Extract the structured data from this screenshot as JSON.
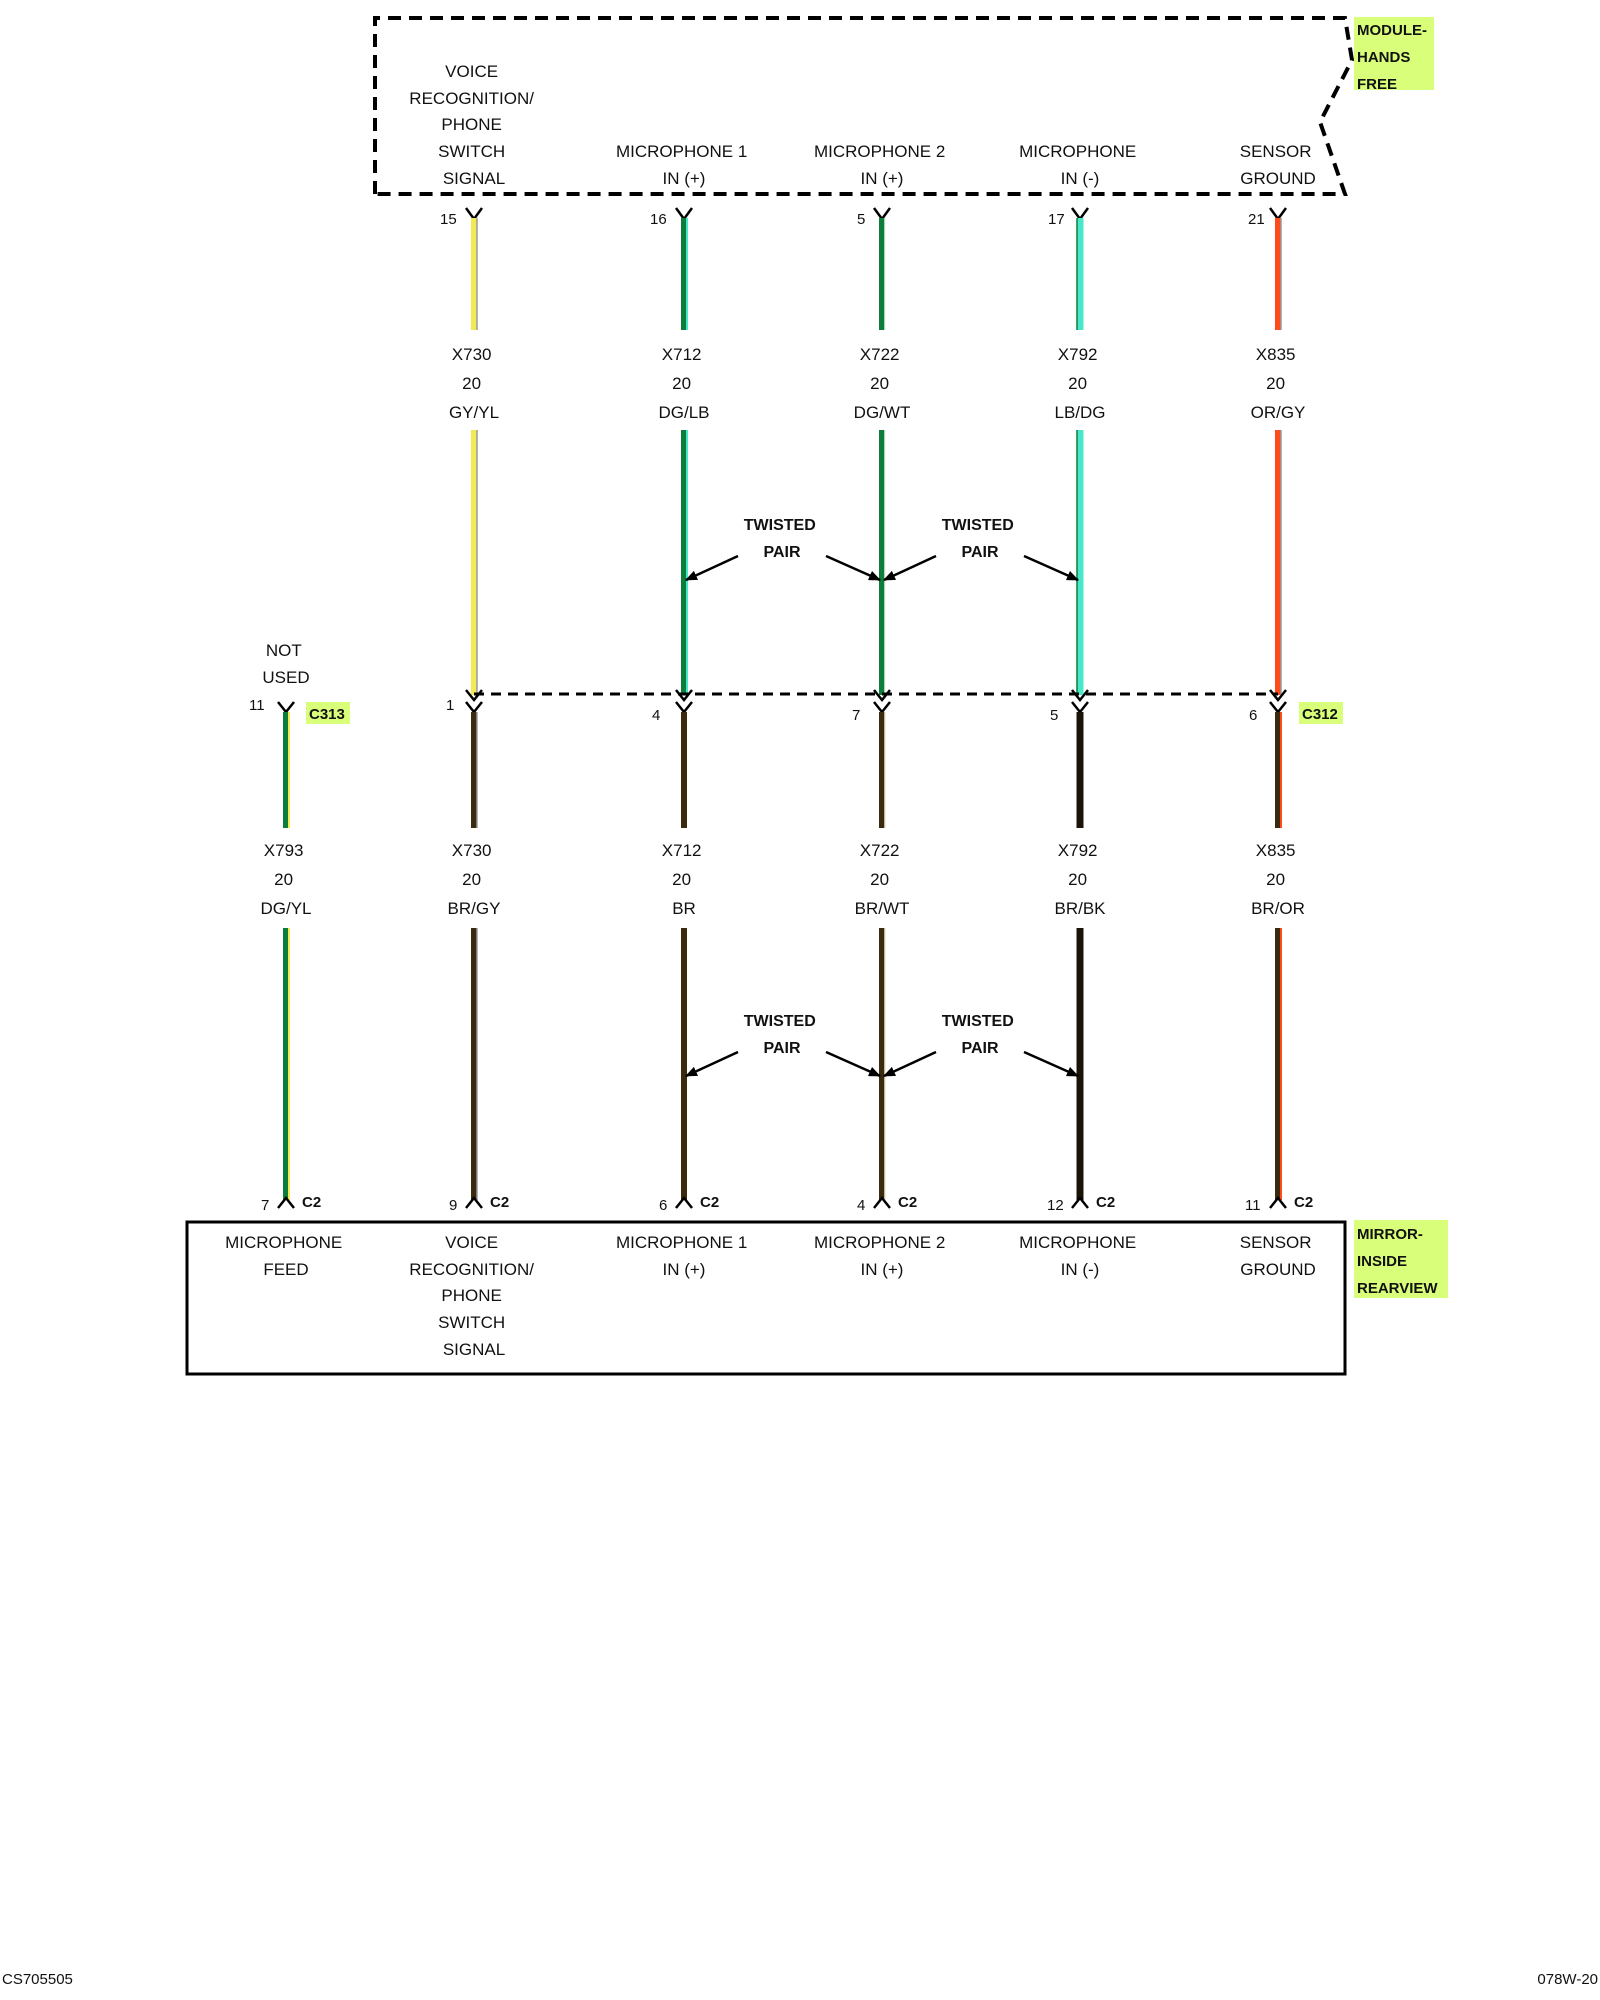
{
  "modules": {
    "hands_free": {
      "label": [
        "MODULE-",
        "HANDS",
        "FREE"
      ],
      "highlight_color": "#d9ff7a"
    },
    "mirror": {
      "label": [
        "MIRROR-",
        "INSIDE",
        "REARVIEW"
      ],
      "highlight_color": "#d9ff7a"
    }
  },
  "top_signals": [
    [
      "VOICE",
      "RECOGNITION/",
      "PHONE",
      "SWITCH",
      "SIGNAL"
    ],
    [
      "MICROPHONE 1",
      "IN (+)"
    ],
    [
      "MICROPHONE 2",
      "IN (+)"
    ],
    [
      "MICROPHONE",
      "IN (-)"
    ],
    [
      "SENSOR",
      "GROUND"
    ]
  ],
  "top_pins": [
    "15",
    "16",
    "5",
    "17",
    "21"
  ],
  "upper_wires": [
    {
      "circuit": "X730",
      "gauge": "20",
      "color": "GY/YL",
      "main": "#f2ea55",
      "stripe": "#9a9a9a"
    },
    {
      "circuit": "X712",
      "gauge": "20",
      "color": "DG/LB",
      "main": "#0c7d3a",
      "stripe": "#48e8c8"
    },
    {
      "circuit": "X722",
      "gauge": "20",
      "color": "DG/WT",
      "main": "#0c7d3a",
      "stripe": "#e8f4ea"
    },
    {
      "circuit": "X792",
      "gauge": "20",
      "color": "LB/DG",
      "main": "#48e8c8",
      "stripe": "#0c7d3a"
    },
    {
      "circuit": "X835",
      "gauge": "20",
      "color": "OR/GY",
      "main": "#ff4a1a",
      "stripe": "#9a9a9a"
    }
  ],
  "twisted_pair_label": [
    "TWISTED",
    "PAIR"
  ],
  "c313": {
    "label": "C313",
    "not_used": [
      "NOT",
      "USED"
    ],
    "pin": "11",
    "wire": {
      "circuit": "X793",
      "gauge": "20",
      "color": "DG/YL",
      "main": "#0c7d3a",
      "stripe": "#f2ea55"
    }
  },
  "c312": {
    "label": "C312",
    "pins": [
      "1",
      "4",
      "7",
      "5",
      "6"
    ]
  },
  "lower_wires": [
    {
      "circuit": "X730",
      "gauge": "20",
      "color": "BR/GY",
      "main": "#3a2a10",
      "stripe": "#9a9a9a"
    },
    {
      "circuit": "X712",
      "gauge": "20",
      "color": "BR",
      "main": "#3a2a10",
      "stripe": "#3a2a10"
    },
    {
      "circuit": "X722",
      "gauge": "20",
      "color": "BR/WT",
      "main": "#3a2a10",
      "stripe": "#f2e6c8"
    },
    {
      "circuit": "X792",
      "gauge": "20",
      "color": "BR/BK",
      "main": "#2a1e0a",
      "stripe": "#000000"
    },
    {
      "circuit": "X835",
      "gauge": "20",
      "color": "BR/OR",
      "main": "#3a2a10",
      "stripe": "#ff4a1a"
    }
  ],
  "c2": {
    "label": "C2",
    "pins": [
      "7",
      "9",
      "6",
      "4",
      "12",
      "11"
    ]
  },
  "bottom_signals": [
    [
      "MICROPHONE",
      "FEED"
    ],
    [
      "VOICE",
      "RECOGNITION/",
      "PHONE",
      "SWITCH",
      "SIGNAL"
    ],
    [
      "MICROPHONE 1",
      "IN (+)"
    ],
    [
      "MICROPHONE 2",
      "IN (+)"
    ],
    [
      "MICROPHONE",
      "IN (-)"
    ],
    [
      "SENSOR",
      "GROUND"
    ]
  ],
  "footer": {
    "left": "CS705505",
    "right": "078W-20"
  }
}
